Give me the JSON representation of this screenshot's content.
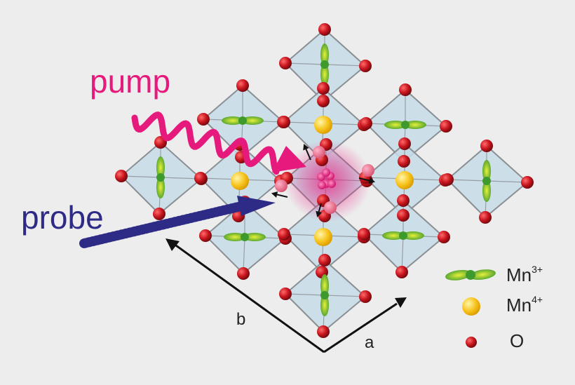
{
  "labels": {
    "pump": "pump",
    "probe": "probe",
    "axis_a": "a",
    "axis_b": "b"
  },
  "legend": [
    {
      "base": "Mn",
      "sup": "3+",
      "icon": "mn3-orbital-icon"
    },
    {
      "base": "Mn",
      "sup": "4+",
      "icon": "mn4-sphere-icon"
    },
    {
      "base": "O",
      "sup": "",
      "icon": "oxygen-sphere-icon"
    }
  ],
  "colors": {
    "background": "#ededed",
    "octahedron_fill": "#c5dbe6",
    "edge": "#8a8f94",
    "oxygen": "#c8151e",
    "mn4": "#f7c21b",
    "mn3": "#5cab2c",
    "pump": "#e6197d",
    "probe": "#2d2b85"
  }
}
